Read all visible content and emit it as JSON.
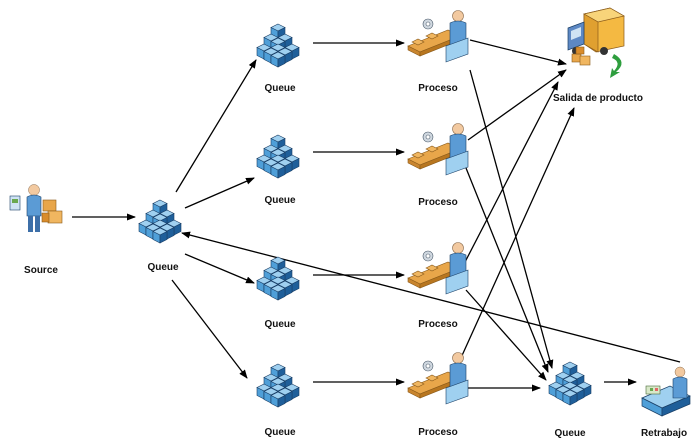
{
  "diagram": {
    "nodes": [
      {
        "id": "source",
        "type": "source",
        "label": "Source"
      },
      {
        "id": "queue_main",
        "type": "queue",
        "label": "Queue"
      },
      {
        "id": "queue_1",
        "type": "queue",
        "label": "Queue"
      },
      {
        "id": "queue_2",
        "type": "queue",
        "label": "Queue"
      },
      {
        "id": "queue_3",
        "type": "queue",
        "label": "Queue"
      },
      {
        "id": "queue_4",
        "type": "queue",
        "label": "Queue"
      },
      {
        "id": "proceso_1",
        "type": "process",
        "label": "Proceso"
      },
      {
        "id": "proceso_2",
        "type": "process",
        "label": "Proceso"
      },
      {
        "id": "proceso_3",
        "type": "process",
        "label": "Proceso"
      },
      {
        "id": "proceso_4",
        "type": "process",
        "label": "Proceso"
      },
      {
        "id": "salida",
        "type": "sink",
        "label": "Salida de producto"
      },
      {
        "id": "queue_rework",
        "type": "queue",
        "label": "Queue"
      },
      {
        "id": "retrabajo",
        "type": "rework",
        "label": "Retrabajo"
      }
    ],
    "edges": [
      {
        "from": "source",
        "to": "queue_main"
      },
      {
        "from": "queue_main",
        "to": "queue_1"
      },
      {
        "from": "queue_main",
        "to": "queue_2"
      },
      {
        "from": "queue_main",
        "to": "queue_3"
      },
      {
        "from": "queue_main",
        "to": "queue_4"
      },
      {
        "from": "queue_1",
        "to": "proceso_1"
      },
      {
        "from": "queue_2",
        "to": "proceso_2"
      },
      {
        "from": "queue_3",
        "to": "proceso_3"
      },
      {
        "from": "queue_4",
        "to": "proceso_4"
      },
      {
        "from": "proceso_1",
        "to": "salida"
      },
      {
        "from": "proceso_2",
        "to": "salida"
      },
      {
        "from": "proceso_3",
        "to": "salida"
      },
      {
        "from": "proceso_4",
        "to": "salida"
      },
      {
        "from": "proceso_1",
        "to": "queue_rework"
      },
      {
        "from": "proceso_2",
        "to": "queue_rework"
      },
      {
        "from": "proceso_3",
        "to": "queue_rework"
      },
      {
        "from": "proceso_4",
        "to": "queue_rework"
      },
      {
        "from": "queue_rework",
        "to": "retrabajo"
      },
      {
        "from": "retrabajo",
        "to": "queue_main"
      }
    ],
    "colors": {
      "box_light": "#9fd0f0",
      "box_mid": "#4f9fd8",
      "box_dark": "#1f5f9a",
      "box_outline": "#1a3f66",
      "conveyor": "#e8a64a",
      "worker_body": "#5b9bd5",
      "skin": "#f2c9a0",
      "truck_cargo": "#f4b942",
      "truck_cab": "#5d88c4",
      "arrow_green": "#2e9e3e",
      "edge": "#000000"
    }
  }
}
